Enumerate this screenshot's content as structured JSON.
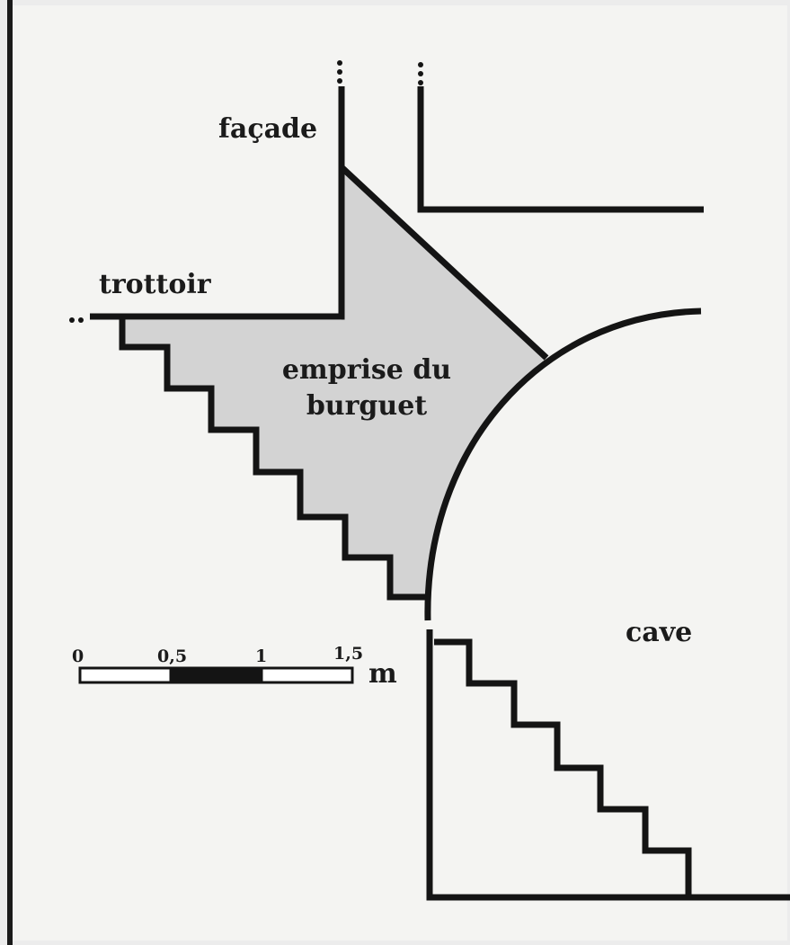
{
  "labels": {
    "facade": "façade",
    "trottoir": "trottoir",
    "emprise_line1": "emprise du",
    "emprise_line2": "burguet",
    "cave": "cave"
  },
  "scale": {
    "ticks": [
      "0",
      "0,5",
      "1",
      "1,5"
    ],
    "unit": "m"
  },
  "colors": {
    "line": "#141414",
    "fill_area": "#d3d3d3",
    "paper": "#f4f4f2"
  }
}
